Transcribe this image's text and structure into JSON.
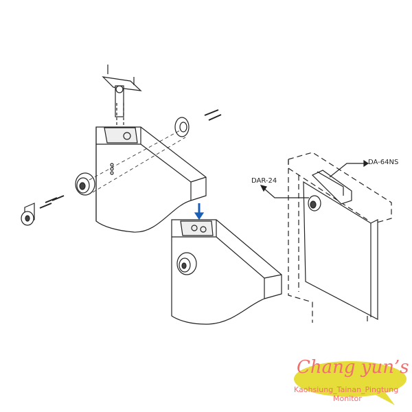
{
  "labels": {
    "part_a": "DA-64NS",
    "part_b": "DAR-24"
  },
  "logo": {
    "title": "Chang yun’s",
    "subtitle": "Kaohsiung_Tainan_Pingtung",
    "subtitle2": "Monitor"
  },
  "colors": {
    "arrow": "#1a5fb4",
    "logo_bubble": "#e6dc3a",
    "logo_text": "#f07070",
    "line": "#222222"
  }
}
